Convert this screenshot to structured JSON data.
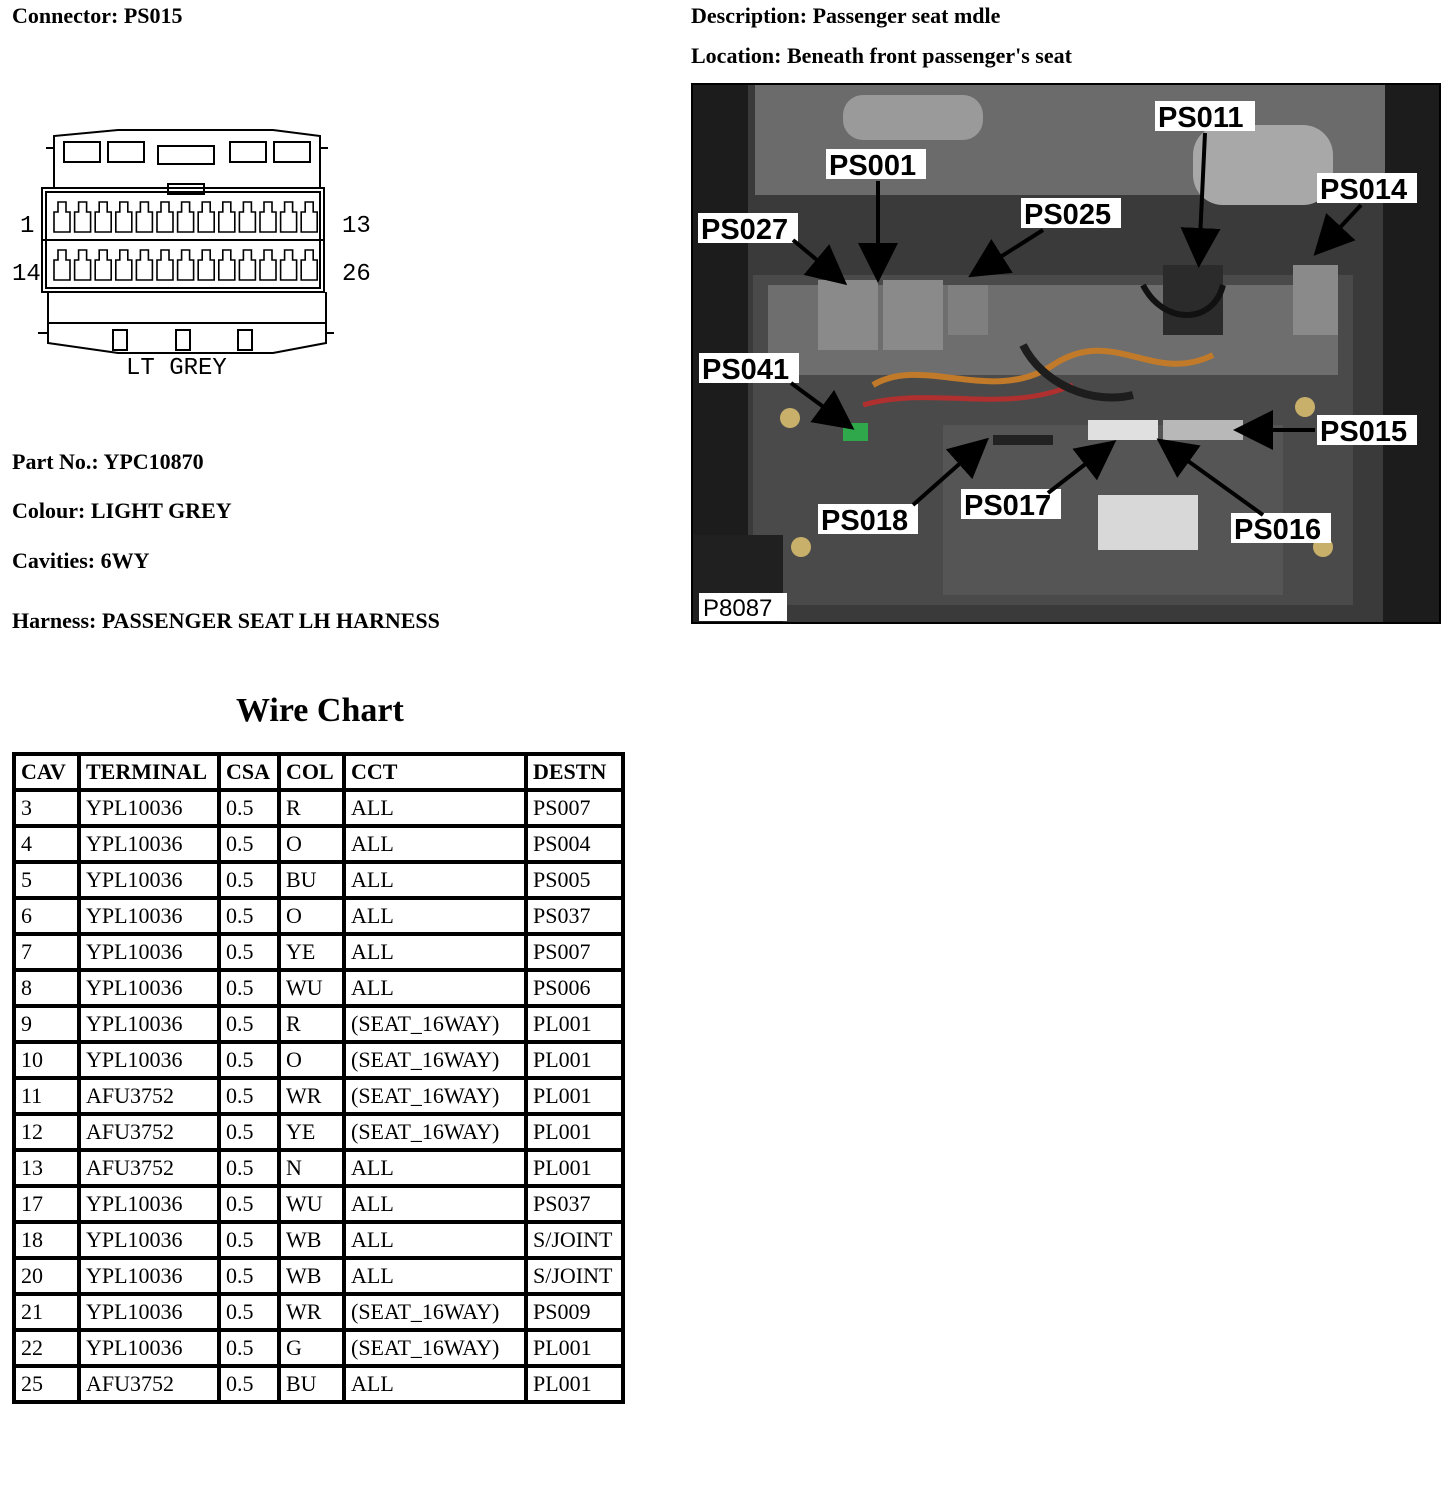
{
  "header": {
    "connector": {
      "label": "Connector:",
      "value": "PS015"
    },
    "description": {
      "label": "Description:",
      "value": "Passenger seat mdle"
    },
    "location": {
      "label": "Location:",
      "value": "Beneath front passenger's seat"
    }
  },
  "connector_drawing": {
    "pin_labels": {
      "top_left": "1",
      "top_right": "13",
      "bottom_left": "14",
      "bottom_right": "26"
    },
    "colour_caption": "LT GREY"
  },
  "details": {
    "part_no": {
      "label": "Part No.:",
      "value": "YPC10870"
    },
    "colour": {
      "label": "Colour:",
      "value": "LIGHT GREY"
    },
    "cavities": {
      "label": "Cavities:",
      "value": "6WY"
    },
    "harness": {
      "label": "Harness:",
      "value": "PASSENGER SEAT LH HARNESS"
    }
  },
  "photo": {
    "id": "P8087",
    "callouts": [
      "PS001",
      "PS011",
      "PS014",
      "PS027",
      "PS025",
      "PS041",
      "PS015",
      "PS018",
      "PS017",
      "PS016"
    ]
  },
  "wire_chart": {
    "title": "Wire Chart",
    "headers": [
      "CAV",
      "TERMINAL",
      "CSA",
      "COL",
      "CCT",
      "DESTN"
    ],
    "rows": [
      [
        "3",
        "YPL10036",
        "0.5",
        "R",
        "ALL",
        "PS007"
      ],
      [
        "4",
        "YPL10036",
        "0.5",
        "O",
        "ALL",
        "PS004"
      ],
      [
        "5",
        "YPL10036",
        "0.5",
        "BU",
        "ALL",
        "PS005"
      ],
      [
        "6",
        "YPL10036",
        "0.5",
        "O",
        "ALL",
        "PS037"
      ],
      [
        "7",
        "YPL10036",
        "0.5",
        "YE",
        "ALL",
        "PS007"
      ],
      [
        "8",
        "YPL10036",
        "0.5",
        "WU",
        "ALL",
        "PS006"
      ],
      [
        "9",
        "YPL10036",
        "0.5",
        "R",
        "(SEAT_16WAY)",
        "PL001"
      ],
      [
        "10",
        "YPL10036",
        "0.5",
        "O",
        "(SEAT_16WAY)",
        "PL001"
      ],
      [
        "11",
        "AFU3752",
        "0.5",
        "WR",
        "(SEAT_16WAY)",
        "PL001"
      ],
      [
        "12",
        "AFU3752",
        "0.5",
        "YE",
        "(SEAT_16WAY)",
        "PL001"
      ],
      [
        "13",
        "AFU3752",
        "0.5",
        "N",
        "ALL",
        "PL001"
      ],
      [
        "17",
        "YPL10036",
        "0.5",
        "WU",
        "ALL",
        "PS037"
      ],
      [
        "18",
        "YPL10036",
        "0.5",
        "WB",
        "ALL",
        "S/JOINT"
      ],
      [
        "20",
        "YPL10036",
        "0.5",
        "WB",
        "ALL",
        "S/JOINT"
      ],
      [
        "21",
        "YPL10036",
        "0.5",
        "WR",
        "(SEAT_16WAY)",
        "PS009"
      ],
      [
        "22",
        "YPL10036",
        "0.5",
        "G",
        "(SEAT_16WAY)",
        "PL001"
      ],
      [
        "25",
        "AFU3752",
        "0.5",
        "BU",
        "ALL",
        "PL001"
      ]
    ]
  }
}
